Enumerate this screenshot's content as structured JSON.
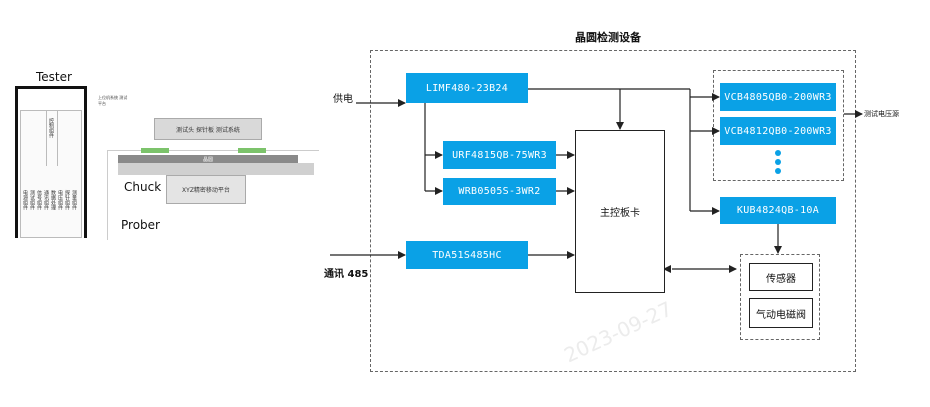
{
  "left_figure": {
    "tester_label": "Tester",
    "chuck_label": "Chuck",
    "prober_label": "Prober",
    "top_small_label": "上位机系统 测试平台",
    "probe_card_label": "测试头 探针板 测试系统",
    "platform_label": "XYZ精密移动平台",
    "wafer_label": "晶圆",
    "vertical_labels": [
      "控制组件",
      "电源组件",
      "测试组件",
      "信号组件",
      "通讯组件",
      "数据处理",
      "电压组件",
      "探针组件",
      "测量组件"
    ]
  },
  "diagram": {
    "title": "晶圆检测设备",
    "power_label": "供电",
    "comm_label": "通讯 485",
    "output_label": "测试电压源",
    "modules": {
      "limf": "LIMF480-23B24",
      "urf": "URF4815QB-75WR3",
      "wrb": "WRB0505S-3WR2",
      "tda": "TDA51S485HC",
      "vcb1": "VCB4805QB0-200WR3",
      "vcb2": "VCB4812QB0-200WR3",
      "kub": "KUB4824QB-10A",
      "main": "主控板卡",
      "sensor": "传感器",
      "valve": "气动电磁阀"
    },
    "watermark": "2023-09-27"
  },
  "colors": {
    "module_blue": "#0aa1e6",
    "line": "#222222"
  }
}
